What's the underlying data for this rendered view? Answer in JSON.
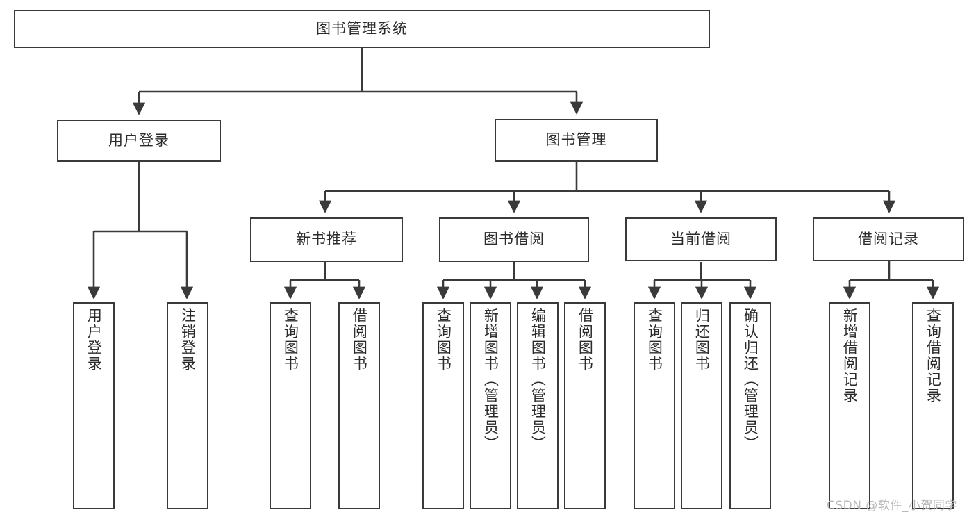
{
  "diagram": {
    "type": "tree-hierarchy-diagram",
    "title": "图书管理系统",
    "stroke_color": "#3a3a3a",
    "text_color": "#2b2b2b",
    "background_color": "#ffffff",
    "levels": 4,
    "root": {
      "id": "root",
      "label": "图书管理系统"
    },
    "level2": [
      {
        "id": "user-login",
        "label": "用户登录"
      },
      {
        "id": "book-management",
        "label": "图书管理"
      }
    ],
    "level3": [
      {
        "id": "new-book-recommend",
        "label": "新书推荐",
        "parent": "book-management"
      },
      {
        "id": "book-borrow",
        "label": "图书借阅",
        "parent": "book-management"
      },
      {
        "id": "current-borrow",
        "label": "当前借阅",
        "parent": "book-management"
      },
      {
        "id": "borrow-record",
        "label": "借阅记录",
        "parent": "book-management"
      }
    ],
    "leaves": {
      "user_login": [
        {
          "id": "leaf-user-login",
          "label": "用户登录"
        },
        {
          "id": "leaf-logout-login",
          "label": "注销登录"
        }
      ],
      "new_book_recommend": [
        {
          "id": "leaf-query-book-1",
          "label": "查询图书"
        },
        {
          "id": "leaf-borrow-book-1",
          "label": "借阅图书"
        }
      ],
      "book_borrow": [
        {
          "id": "leaf-query-book-2",
          "label": "查询图书"
        },
        {
          "id": "leaf-add-book",
          "label": "新增图书（管理员）"
        },
        {
          "id": "leaf-edit-book",
          "label": "编辑图书（管理员）"
        },
        {
          "id": "leaf-borrow-book-2",
          "label": "借阅图书"
        }
      ],
      "current_borrow": [
        {
          "id": "leaf-query-book-3",
          "label": "查询图书"
        },
        {
          "id": "leaf-return-book",
          "label": "归还图书"
        },
        {
          "id": "leaf-confirm-return",
          "label": "确认归还（管理员）"
        }
      ],
      "borrow_record": [
        {
          "id": "leaf-add-record",
          "label": "新增借阅记录"
        },
        {
          "id": "leaf-query-record",
          "label": "查询借阅记录"
        }
      ]
    }
  },
  "watermark": {
    "text": "CSDN @软件_小贺同学"
  }
}
